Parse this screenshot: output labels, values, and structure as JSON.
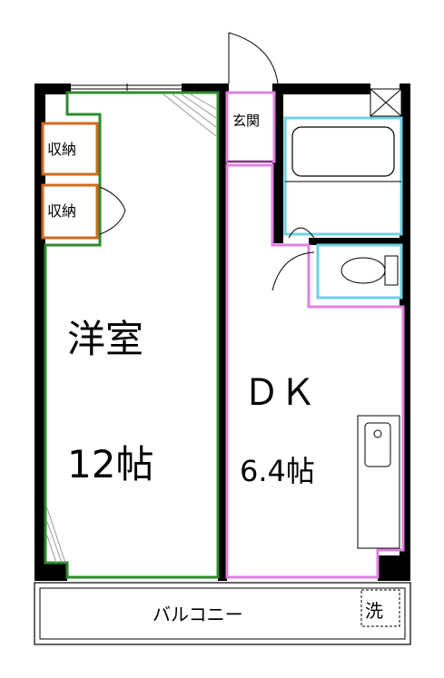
{
  "rooms": {
    "western_room": {
      "name": "洋室",
      "size": "12帖"
    },
    "dk": {
      "name": "ＤＫ",
      "size": "6.4帖"
    },
    "storage_upper": "収納",
    "storage_lower": "収納",
    "entrance": "玄関",
    "balcony": "バルコニー",
    "washer": "洗"
  },
  "colors": {
    "wall": "#000000",
    "western_room_outline": "#2e8b2e",
    "storage_outline": "#d2691e",
    "dk_outline": "#e080e0",
    "bath_outline": "#70d0e0"
  }
}
